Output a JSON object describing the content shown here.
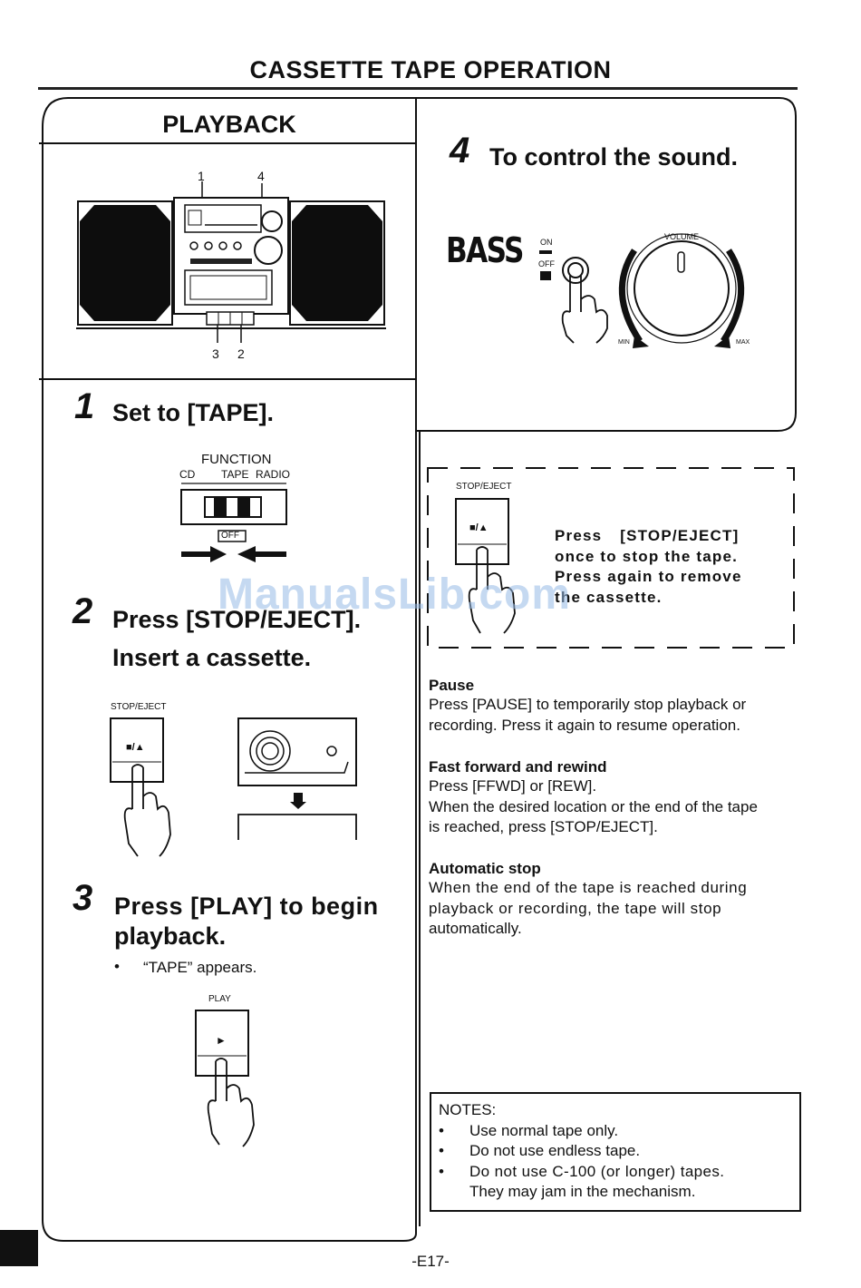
{
  "page": {
    "title": "CASSETTE TAPE OPERATION",
    "page_number": "-E17-"
  },
  "playback": {
    "heading": "PLAYBACK",
    "callouts": {
      "top_left": "1",
      "top_right": "4",
      "bottom_left": "3",
      "bottom_right": "2"
    }
  },
  "step1": {
    "num": "1",
    "text": "Set to [TAPE].",
    "function_label": "FUNCTION",
    "options": [
      "CD",
      "TAPE",
      "RADIO"
    ],
    "off_label": "OFF"
  },
  "step2": {
    "num": "2",
    "text_line1": "Press [STOP/EJECT].",
    "text_line2": "Insert a cassette.",
    "button_label": "STOP/EJECT",
    "button_symbol": "■/▲"
  },
  "step3": {
    "num": "3",
    "text_line1": "Press [PLAY] to begin",
    "text_line2": "playback.",
    "bullet": "“TAPE” appears.",
    "button_label": "PLAY",
    "button_symbol": "►"
  },
  "step4": {
    "num": "4",
    "text": "To control the sound.",
    "bass": "BASS",
    "on": "ON",
    "off": "OFF",
    "volume": "VOLUME",
    "min": "MIN",
    "max": "MAX"
  },
  "stop_box": {
    "button_label": "STOP/EJECT",
    "button_symbol": "■/▲",
    "lines": [
      "Press [STOP/EJECT]",
      "once to stop the tape.",
      "Press again to remove",
      "the cassette."
    ]
  },
  "pause": {
    "heading": "Pause",
    "lines": [
      "Press [PAUSE] to temporarily stop playback or",
      "recording. Press it again to resume operation."
    ]
  },
  "ffwd": {
    "heading": "Fast forward and rewind",
    "lines": [
      "Press [FFWD] or [REW].",
      "When the desired location or the end of the tape",
      "is reached, press [STOP/EJECT]."
    ]
  },
  "autostop": {
    "heading": "Automatic stop",
    "lines": [
      "When the end of the tape is reached during",
      "playback or recording, the tape will stop",
      "automatically."
    ]
  },
  "notes": {
    "heading": "NOTES:",
    "items": [
      "Use normal tape only.",
      "Do not use endless tape.",
      "Do not use C-100 (or longer) tapes.",
      "They may jam in the mechanism."
    ]
  },
  "watermark": "ManualsLib.com"
}
